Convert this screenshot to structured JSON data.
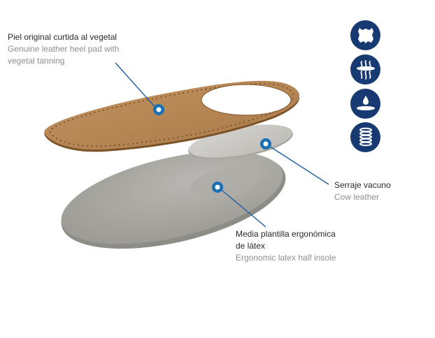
{
  "callouts": {
    "leather": {
      "title": "Piel original curtida al vegetal",
      "subtitle_line1": "Genuine leather heel pad with",
      "subtitle_line2": "vegetal tanning"
    },
    "serraje": {
      "title": "Serraje vacuno",
      "subtitle": "Cow leather"
    },
    "latex": {
      "title_line1": "Media plantilla ergonómica",
      "title_line2": "de látex",
      "subtitle": "Ergonomic latex half insole"
    }
  },
  "feature_icons": [
    "leather-hide-icon",
    "breathable-icon",
    "moisture-absorbing-icon",
    "cushioning-spring-icon"
  ],
  "colors": {
    "icon_badge": "#173a72",
    "callout_line": "#1b5fa3",
    "callout_dot": "#1b6fb3",
    "leather": "#b98a55",
    "latex": "#a5a39f",
    "serraje": "#c8c6c2"
  }
}
